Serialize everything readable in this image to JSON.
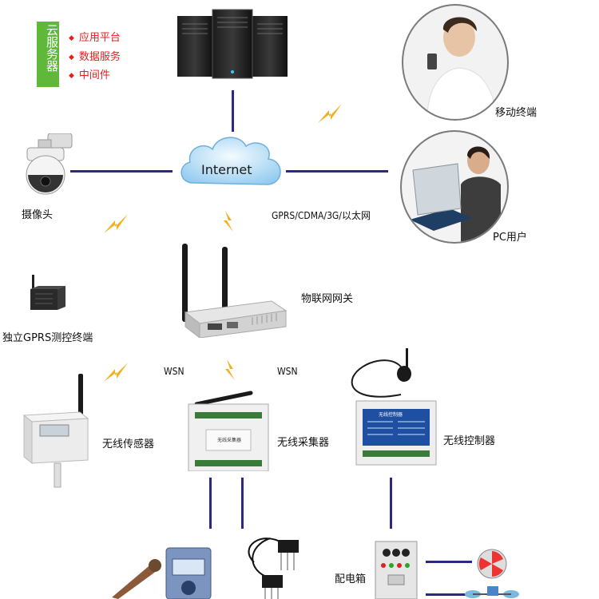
{
  "cloud_server": {
    "title": "云服务器",
    "services": [
      "应用平台",
      "数据服务",
      "中间件"
    ]
  },
  "internet_label": "Internet",
  "network_label": "GPRS/CDMA/3G/以太网",
  "nodes": {
    "camera": "摄像头",
    "mobile": "移动终端",
    "pc_user": "PC用户",
    "gateway": "物联网网关",
    "gprs_terminal": "独立GPRS测控终端",
    "wsn_left": "WSN",
    "wsn_right": "WSN",
    "wireless_sensor": "无线传感器",
    "wireless_collector": "无线采集器",
    "wireless_controller": "无线控制器",
    "distribution_box": "配电箱"
  },
  "device_text": {
    "collector_panel": "无线采集器",
    "controller_panel": "无线控制器"
  },
  "colors": {
    "line": "#2a2a7e",
    "bolt": "#f2b01e",
    "service_red": "#e8201c",
    "service_green": "#5fb83a"
  }
}
